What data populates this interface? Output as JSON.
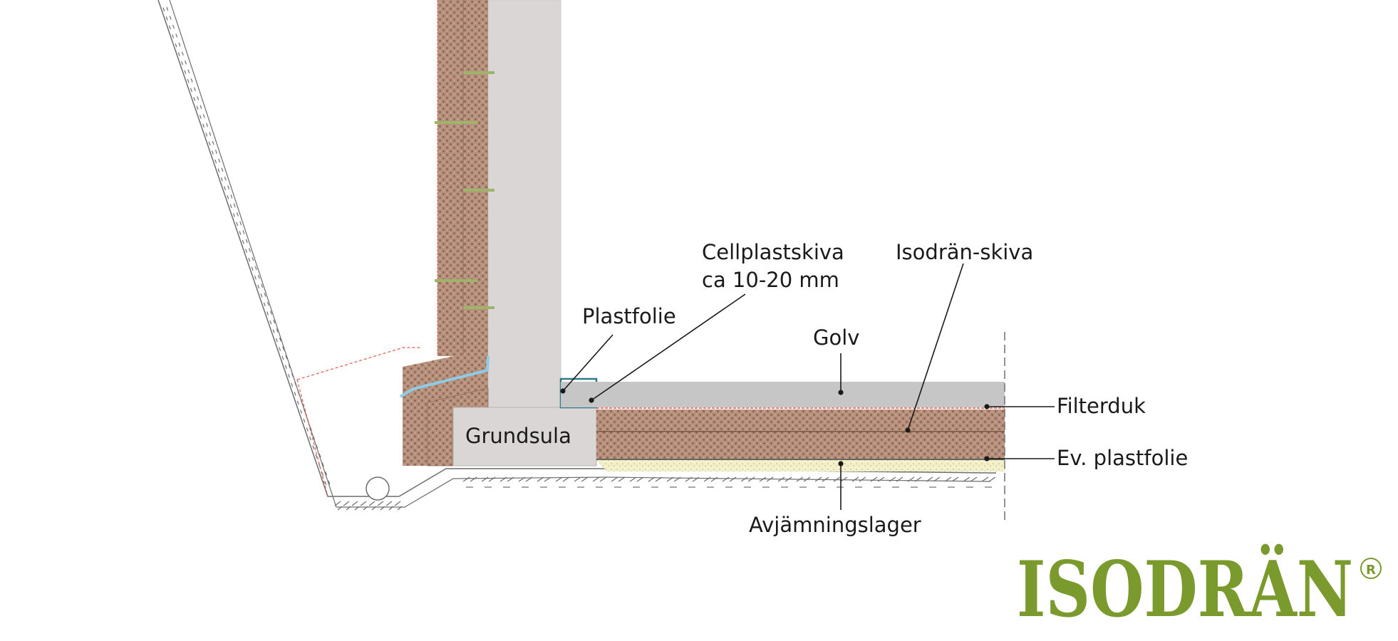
{
  "labels": {
    "cellplast_line1": "Cellplastskiva",
    "cellplast_line2": "ca 10-20 mm",
    "isodran_skiva": "Isodrän-skiva",
    "plastfolie": "Plastfolie",
    "golv": "Golv",
    "filterduk": "Filterduk",
    "grundsula": "Grundsula",
    "ev_plastfolie": "Ev. plastfolie",
    "avjamningslager": "Avjämningslager"
  },
  "logo": {
    "text": "ISODRÄN",
    "registered_mark": "®",
    "color": "#7a9a2e"
  },
  "colors": {
    "concrete": "#d9d6d5",
    "isodran_board": "#b7917c",
    "floor_slab": "#c6c6c6",
    "leveling_layer": "#f3f0cc",
    "filter_cloth": "#e05a4e",
    "anchor": "#9db56a",
    "membrane": "#8ecbe6",
    "foil_outline": "#2e7b86"
  }
}
